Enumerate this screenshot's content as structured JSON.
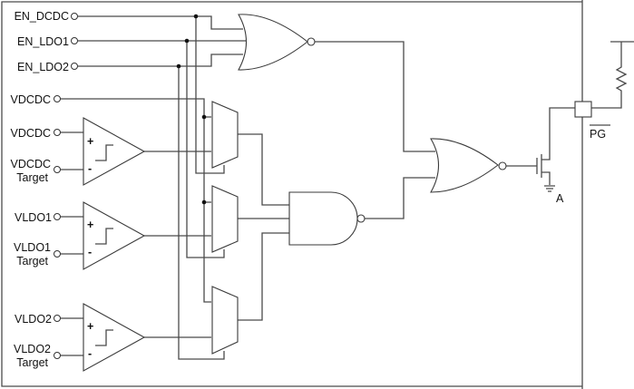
{
  "inputs": {
    "en_dcdc": "EN_DCDC",
    "en_ldo1": "EN_LDO1",
    "en_ldo2": "EN_LDO2",
    "vdcdc_sense": "VDCDC",
    "vdcdc": "VDCDC",
    "vdcdc_target_1": "VDCDC",
    "vdcdc_target_2": "Target",
    "vldo1": "VLDO1",
    "vldo1_target_1": "VLDO1",
    "vldo1_target_2": "Target",
    "vldo2": "VLDO2",
    "vldo2_target_1": "VLDO2",
    "vldo2_target_2": "Target"
  },
  "comparator": {
    "plus": "+",
    "minus": "-"
  },
  "outputs": {
    "pg": "PG",
    "ground_label": "A"
  }
}
